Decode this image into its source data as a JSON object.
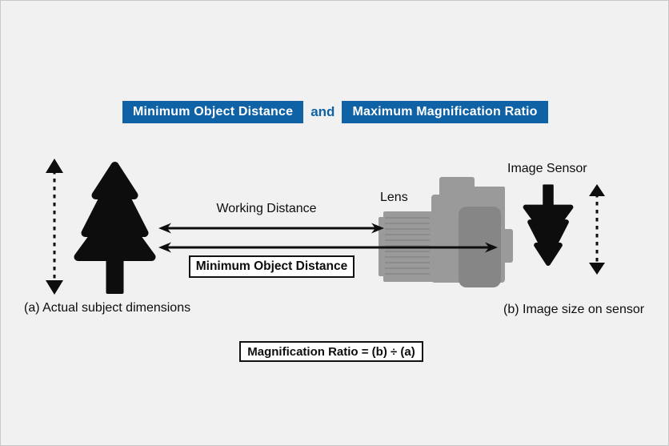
{
  "title": {
    "badge1": "Minimum Object Distance",
    "connector": "and",
    "badge2": "Maximum Magnification Ratio"
  },
  "measurements": {
    "working_distance_label": "Working Distance",
    "minimum_object_distance_label": "Minimum Object Distance"
  },
  "camera": {
    "lens_label": "Lens",
    "image_sensor_label": "Image Sensor"
  },
  "captions": {
    "subject": "(a) Actual subject dimensions",
    "sensor": "(b) Image size on sensor"
  },
  "formula": {
    "text": "Magnification Ratio = (b) ÷ (a)"
  },
  "icons": {
    "subject": "pine-tree-icon",
    "sensor_image": "inverted-pine-tree-icon",
    "camera": "camera-side-icon",
    "subject_height": "dashed-double-arrow-vertical",
    "image_height": "dashed-double-arrow-vertical",
    "working_distance": "double-headed-arrow",
    "minimum_object_distance": "double-headed-arrow"
  },
  "colors": {
    "accent_blue": "#0f62a5",
    "background": "#f1f1f2",
    "frame_border": "#c8c8c8",
    "ink": "#0d0d0d",
    "camera_gray": "#9a9a9a",
    "camera_dark_gray": "#868686",
    "box_bg": "#ffffff"
  }
}
